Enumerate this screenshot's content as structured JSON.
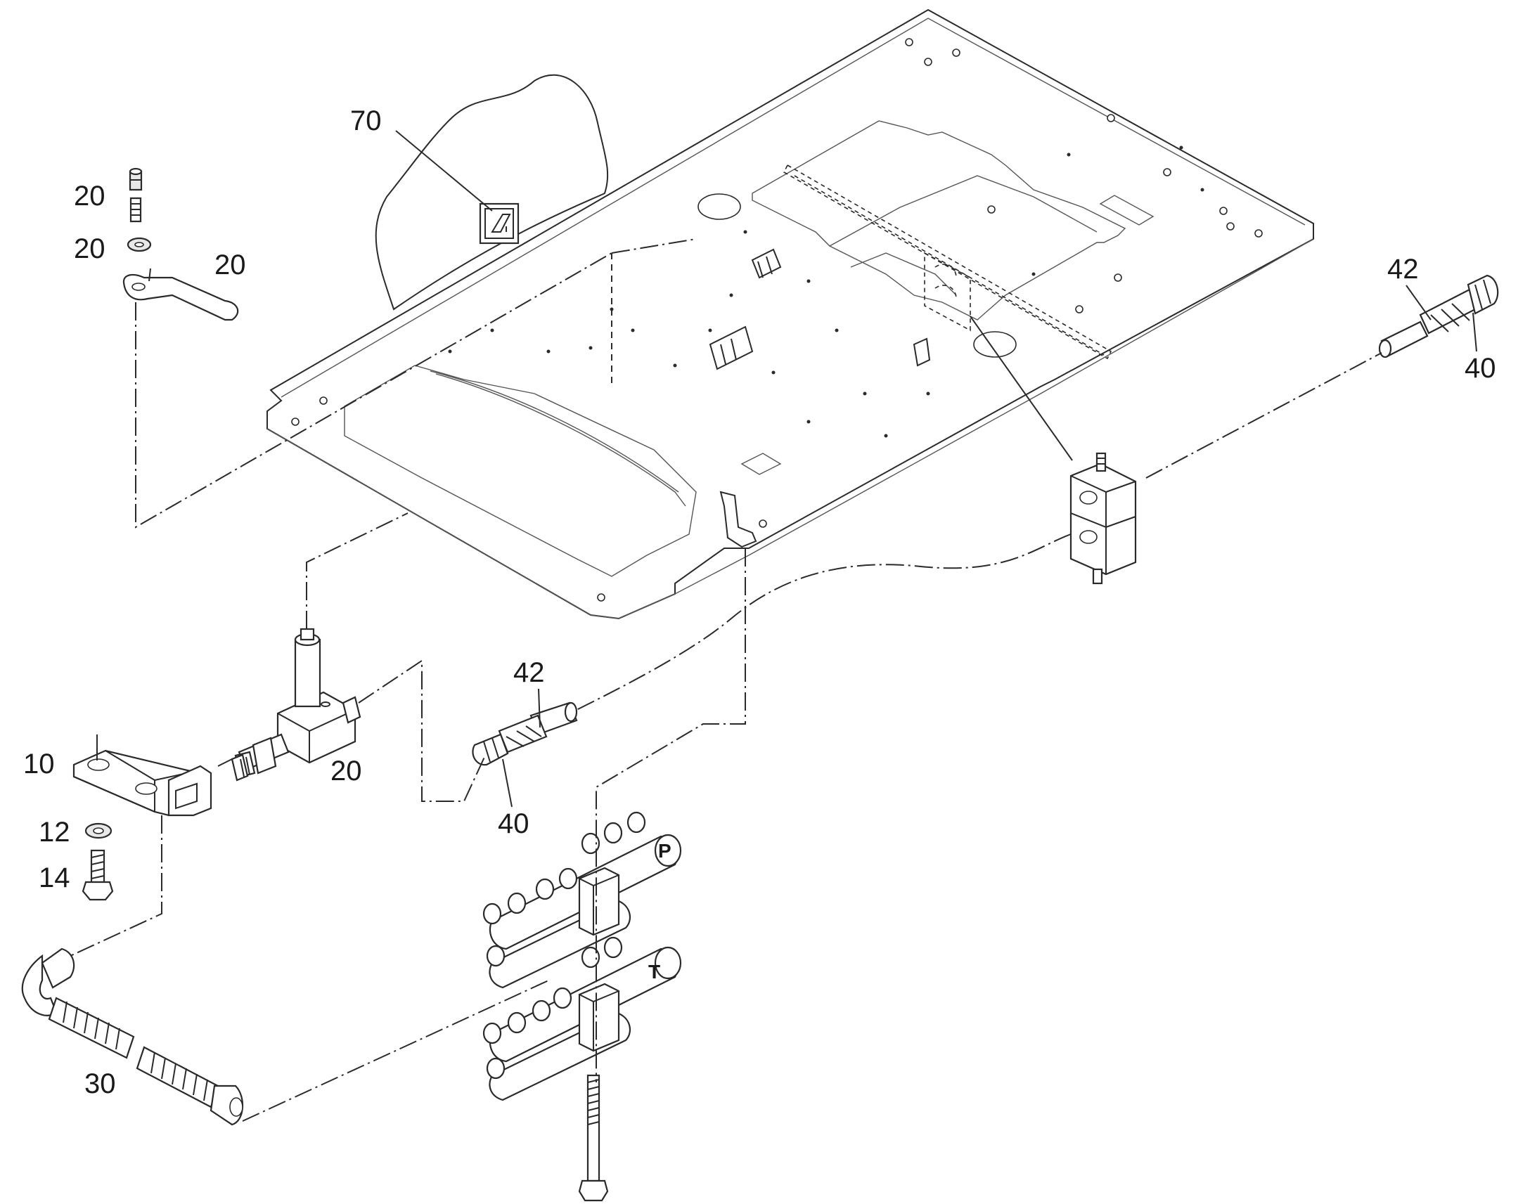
{
  "diagram": {
    "callouts": {
      "c70": "70",
      "c20_screw": "20",
      "c20_washer": "20",
      "c20_lever": "20",
      "c42_right": "42",
      "c40_right": "40",
      "c42_mid": "42",
      "c40_mid": "40",
      "c20_valve": "20",
      "c10": "10",
      "c12": "12",
      "c14": "14",
      "c30": "30"
    },
    "manifold_labels": {
      "pressure": "P",
      "tank": "T"
    },
    "icons": {
      "info_label": "info-sticker-icon"
    }
  }
}
